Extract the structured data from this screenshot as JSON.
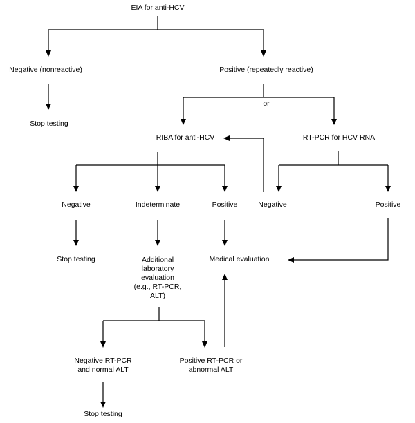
{
  "diagram": {
    "type": "flowchart",
    "nodes": {
      "eia": "EIA for anti-HCV",
      "eia_negative": "Negative (nonreactive)",
      "eia_negative_stop": "Stop testing",
      "eia_positive": "Positive (repeatedly reactive)",
      "or_label": "or",
      "riba": "RIBA for anti-HCV",
      "rtpcr": "RT-PCR for HCV RNA",
      "riba_negative": "Negative",
      "riba_indeterminate": "Indeterminate",
      "riba_positive": "Positive",
      "rtpcr_negative": "Negative",
      "rtpcr_positive": "Positive",
      "riba_negative_stop": "Stop testing",
      "additional_eval": "Additional laboratory evaluation (e.g., RT-PCR, ALT)",
      "medical_eval": "Medical evaluation",
      "neg_rtpcr_normal_alt": "Negative RT-PCR and normal ALT",
      "pos_rtpcr_abnormal_alt": "Positive RT-PCR or abnormal ALT",
      "final_stop": "Stop testing"
    },
    "additional_eval_lines": [
      "Additional",
      "laboratory",
      "evaluation",
      "(e.g., RT-PCR,",
      "ALT)"
    ],
    "neg_rtpcr_lines": [
      "Negative RT-PCR",
      "and normal ALT"
    ],
    "pos_rtpcr_lines": [
      "Positive RT-PCR or",
      "abnormal ALT"
    ],
    "edges": [
      [
        "eia",
        "eia_negative"
      ],
      [
        "eia",
        "eia_positive"
      ],
      [
        "eia_negative",
        "eia_negative_stop"
      ],
      [
        "eia_positive",
        "riba"
      ],
      [
        "eia_positive",
        "rtpcr"
      ],
      [
        "riba",
        "riba_negative"
      ],
      [
        "riba",
        "riba_indeterminate"
      ],
      [
        "riba",
        "riba_positive"
      ],
      [
        "rtpcr",
        "rtpcr_negative"
      ],
      [
        "rtpcr",
        "rtpcr_positive"
      ],
      [
        "rtpcr_negative",
        "riba"
      ],
      [
        "riba_negative",
        "riba_negative_stop"
      ],
      [
        "riba_indeterminate",
        "additional_eval"
      ],
      [
        "riba_positive",
        "medical_eval"
      ],
      [
        "rtpcr_positive",
        "medical_eval"
      ],
      [
        "additional_eval",
        "neg_rtpcr_normal_alt"
      ],
      [
        "additional_eval",
        "pos_rtpcr_abnormal_alt"
      ],
      [
        "neg_rtpcr_normal_alt",
        "final_stop"
      ],
      [
        "pos_rtpcr_abnormal_alt",
        "medical_eval"
      ]
    ]
  }
}
